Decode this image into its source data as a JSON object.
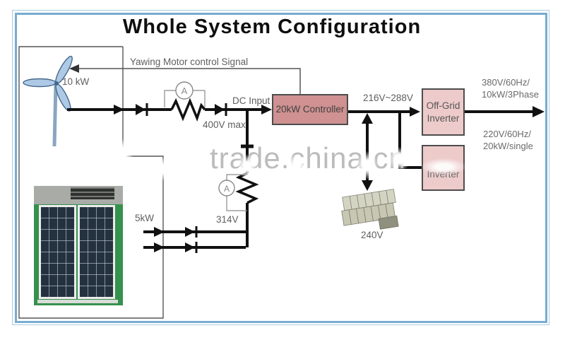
{
  "title": "Whole System Configuration",
  "watermark": "trade.china.cn",
  "wind": {
    "power": "10 kW",
    "yaw_signal": "Yawing Motor control Signal"
  },
  "dc_bus": {
    "input_label": "DC Input",
    "max_voltage": "400V max"
  },
  "controller": {
    "label": "20kW Controller"
  },
  "bus": {
    "voltage": "216V~288V"
  },
  "inverter1": {
    "line1": "Off-Grid",
    "line2": "Inverter"
  },
  "inverter2": {
    "label": "Inverter"
  },
  "output1": {
    "line1": "380V/60Hz/",
    "line2": "10kW/3Phase"
  },
  "output2": {
    "line1": "220V/60Hz/",
    "line2": "20kW/single"
  },
  "solar": {
    "power": "5kW",
    "voltage": "314V"
  },
  "battery": {
    "voltage": "240V"
  },
  "meters": {
    "ammeter": "A"
  },
  "colors": {
    "box_controller": "#cf9191",
    "box_inverter": "#edcbca",
    "frame_blue": "#77acd1",
    "wire": "#111111"
  }
}
